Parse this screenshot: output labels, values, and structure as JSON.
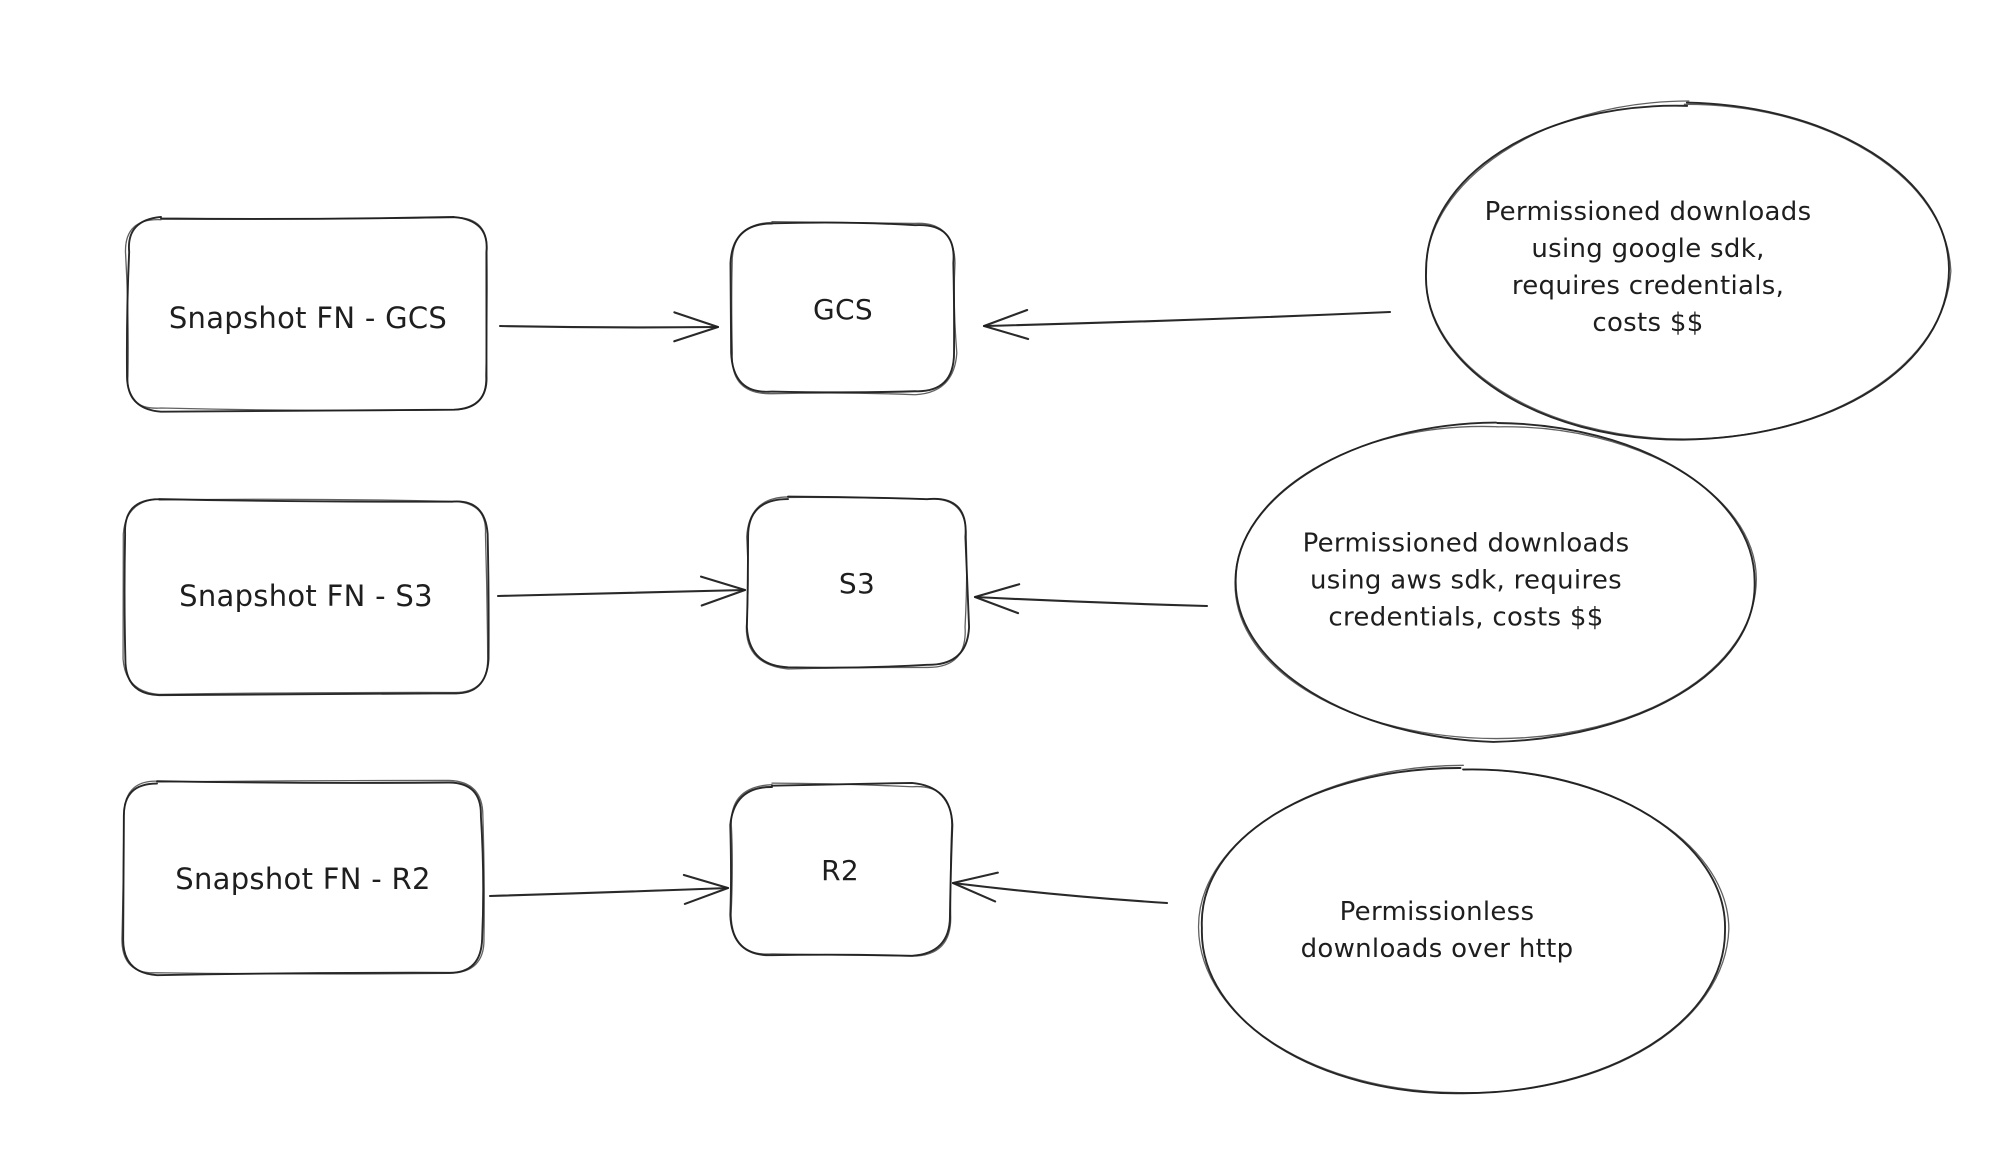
{
  "diagram": {
    "background_color": "#ffffff",
    "stroke_color": "#1e1e1e",
    "nodes": {
      "snapshot_gcs": {
        "label": "Snapshot FN - GCS",
        "shape": "rectangle"
      },
      "gcs": {
        "label": "GCS",
        "shape": "rectangle"
      },
      "snapshot_s3": {
        "label": "Snapshot FN - S3",
        "shape": "rectangle"
      },
      "s3": {
        "label": "S3",
        "shape": "rectangle"
      },
      "snapshot_r2": {
        "label": "Snapshot FN - R2",
        "shape": "rectangle"
      },
      "r2": {
        "label": "R2",
        "shape": "rectangle"
      },
      "note_gcs": {
        "label": "Permissioned downloads\nusing google sdk,\nrequires credentials,\ncosts $$",
        "shape": "ellipse"
      },
      "note_s3": {
        "label": "Permissioned downloads\nusing aws sdk, requires\ncredentials, costs $$",
        "shape": "ellipse"
      },
      "note_r2": {
        "label": "Permissionless\ndownloads over http",
        "shape": "ellipse"
      }
    },
    "edges": [
      {
        "from": "snapshot_gcs",
        "to": "gcs"
      },
      {
        "from": "note_gcs",
        "to": "gcs"
      },
      {
        "from": "snapshot_s3",
        "to": "s3"
      },
      {
        "from": "note_s3",
        "to": "s3"
      },
      {
        "from": "snapshot_r2",
        "to": "r2"
      },
      {
        "from": "note_r2",
        "to": "r2"
      }
    ]
  }
}
